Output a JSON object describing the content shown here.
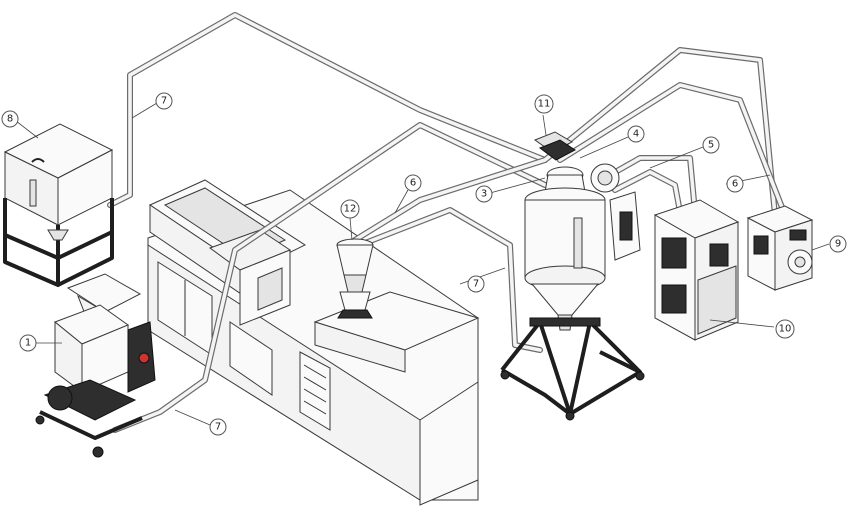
{
  "callouts": [
    {
      "id": "c1",
      "label": "1"
    },
    {
      "id": "c3",
      "label": "3"
    },
    {
      "id": "c4",
      "label": "4"
    },
    {
      "id": "c5",
      "label": "5"
    },
    {
      "id": "c6a",
      "label": "6"
    },
    {
      "id": "c6b",
      "label": "6"
    },
    {
      "id": "c7a",
      "label": "7"
    },
    {
      "id": "c7b",
      "label": "7"
    },
    {
      "id": "c7c",
      "label": "7"
    },
    {
      "id": "c8",
      "label": "8"
    },
    {
      "id": "c9",
      "label": "9"
    },
    {
      "id": "c10",
      "label": "10"
    },
    {
      "id": "c11",
      "label": "11"
    },
    {
      "id": "c12",
      "label": "12"
    }
  ]
}
